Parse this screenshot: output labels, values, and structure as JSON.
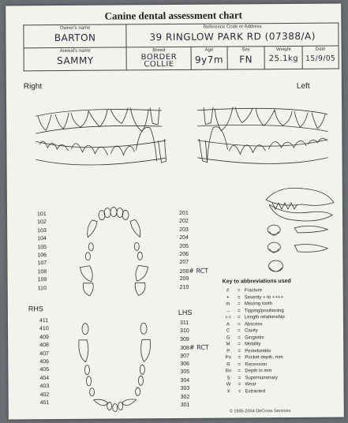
{
  "title": "Canine dental assessment chart",
  "header": {
    "owner_label": "Owner's name",
    "owner_value": "BARTON",
    "reference_label": "Reference Code or Address",
    "reference_value": "39 RINGLOW PARK RD (07388/A)",
    "animal_label": "Animal's name",
    "animal_value": "SAMMY",
    "breed_label": "Breed",
    "breed_value_1": "BORDER",
    "breed_value_2": "COLLIE",
    "age_label": "Age",
    "age_value": "9y7m",
    "sex_label": "Sex",
    "sex_value": "FN",
    "weight_label": "Weight",
    "weight_value": "25.1kg",
    "date_label": "Date",
    "date_value": "15/9/05"
  },
  "sides": {
    "right": "Right",
    "left": "Left",
    "rhs": "RHS",
    "lhs": "LHS"
  },
  "teeth_upper_right": [
    "101",
    "102",
    "103",
    "104",
    "105",
    "106",
    "107",
    "108",
    "109",
    "110"
  ],
  "teeth_upper_left": [
    "201",
    "202",
    "203",
    "204",
    "205",
    "206",
    "207",
    "208",
    "209",
    "210"
  ],
  "teeth_lower_right": [
    "411",
    "410",
    "409",
    "408",
    "407",
    "406",
    "405",
    "404",
    "403",
    "402",
    "401"
  ],
  "teeth_lower_left": [
    "311",
    "310",
    "309",
    "308",
    "307",
    "306",
    "305",
    "304",
    "303",
    "302",
    "301"
  ],
  "notes": {
    "t208": "RCT",
    "t308": "RCT"
  },
  "key": {
    "title": "Key to abbreviations used",
    "items": [
      {
        "sym": "#",
        "text": "Fracture"
      },
      {
        "sym": "+",
        "text": "Severity + to ++++"
      },
      {
        "sym": "m",
        "text": "Missing tooth"
      },
      {
        "sym": "→",
        "text": "Tipping/positioning"
      },
      {
        "sym": "i–i",
        "text": "Length relationship"
      },
      {
        "sym": "A",
        "text": "Abscess"
      },
      {
        "sym": "C",
        "text": "Cavity"
      },
      {
        "sym": "G",
        "text": "Gingivitis"
      },
      {
        "sym": "M",
        "text": "Mobility"
      },
      {
        "sym": "P",
        "text": "Periodontitis"
      },
      {
        "sym": "Pn",
        "text": "Pocket depth, mm"
      },
      {
        "sym": "R",
        "text": "Recession"
      },
      {
        "sym": "Rn",
        "text": "Depth in mm"
      },
      {
        "sym": "S",
        "text": "Supernumerary"
      },
      {
        "sym": "W",
        "text": "Wear"
      },
      {
        "sym": "X",
        "text": "Extracted"
      }
    ]
  },
  "copyright": "© 1995-2004 DeCross Services"
}
